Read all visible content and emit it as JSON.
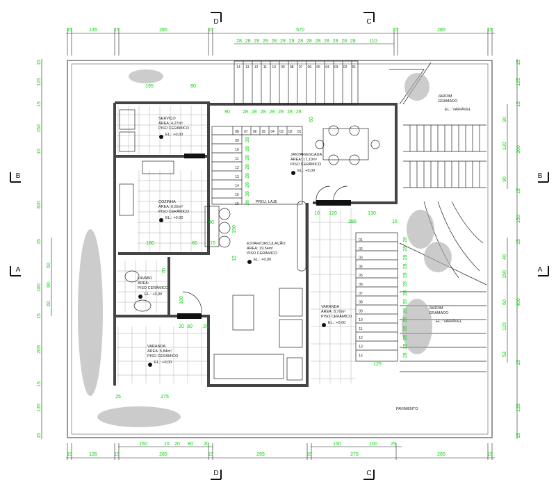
{
  "sections": {
    "top_left": "D",
    "top_right": "C",
    "bottom_left": "D",
    "bottom_right": "C",
    "left_upper": "B",
    "left_lower": "A",
    "right_upper": "B",
    "right_lower": "A"
  },
  "rooms": [
    {
      "name": "SERVIÇO",
      "area": "ÁREA: 4,27m²",
      "floor": "PISO CERÂMICO",
      "elevation": "EL.: +0,00"
    },
    {
      "name": "COZINHA",
      "area": "ÁREA: 8,55m²",
      "floor": "PISO CERÂMICO",
      "elevation": "EL.: +0,00"
    },
    {
      "name": "LAVABO",
      "area": "ÁREA:",
      "floor": "PISO CERÂMICO",
      "elevation": "EL.: +0,00"
    },
    {
      "name": "JANTAR/ESCADA",
      "area": "ÁREA: 17,10m²",
      "floor": "PISO CERÂMICO",
      "elevation": "EL.: +0,00"
    },
    {
      "name": "ESTAR/CIRCULAÇÃO",
      "area": "ÁREA: 19,54m²",
      "floor": "PISO CERÂMICO",
      "elevation": "EL.: +0,00"
    },
    {
      "name": "VARANDA",
      "area": "ÁREA: 8,70m²",
      "floor": "PISO CERÂMICO",
      "elevation": "EL.: +0,00"
    },
    {
      "name": "VARANDA",
      "area": "ÁREA: 5,84m²",
      "floor": "PISO CERÂMICO",
      "elevation": "EL.: +0,00"
    }
  ],
  "gardens": [
    {
      "name": "JARDIM",
      "sub": "GRAMADO",
      "elevation": "EL.: VARIÁVEL"
    },
    {
      "name": "JARDIM",
      "sub": "GRAMADO",
      "elevation": "EL.: VARIÁVEL"
    }
  ],
  "labels": {
    "proj_laje": "PROJ. LAJE",
    "pavimento": "PAVIMENTO"
  },
  "dimensions": {
    "top": [
      "15",
      "135",
      "15",
      "285",
      "15",
      "570",
      "15",
      "285",
      "15"
    ],
    "top_stairs": [
      "28",
      "28",
      "28",
      "28",
      "28",
      "28",
      "28",
      "28",
      "28",
      "28",
      "28",
      "28",
      "28",
      "28",
      "110"
    ],
    "bottom": [
      "15",
      "135",
      "15",
      "285",
      "15",
      "295",
      "15",
      "275",
      "285",
      "15"
    ],
    "bottom_inner": [
      "150",
      "15",
      "20",
      "80",
      "20",
      "150",
      "100",
      "25"
    ],
    "left": [
      "15",
      "125",
      "15",
      "150",
      "15",
      "300",
      "15",
      "180",
      "15",
      "205",
      "15",
      "135",
      "15"
    ],
    "left_inner": [
      "60",
      "60",
      "60"
    ],
    "right": [
      "15",
      "125",
      "15",
      "300",
      "15",
      "150",
      "15",
      "400",
      "15",
      "135",
      "15"
    ],
    "right_inner": [
      "90",
      "120",
      "90",
      "40",
      "150",
      "60",
      "120",
      "53"
    ],
    "interior": [
      "195",
      "80",
      "90",
      "60",
      "40",
      "150",
      "180",
      "80",
      "15",
      "15",
      "70",
      "100",
      "20",
      "80",
      "20",
      "10",
      "120",
      "130",
      "285",
      "15",
      "125",
      "275",
      "25"
    ],
    "interior_stairs_h": [
      "28",
      "28",
      "28",
      "28",
      "28",
      "28",
      "28"
    ],
    "interior_stairs_v": [
      "28",
      "28",
      "28",
      "28",
      "28",
      "28",
      "28",
      "28"
    ],
    "exterior_stairs_v": [
      "28",
      "28",
      "28",
      "28",
      "28",
      "28",
      "28",
      "28",
      "28",
      "28",
      "28",
      "28",
      "28",
      "28"
    ]
  },
  "stair_numbers": {
    "top": [
      "14",
      "13",
      "12",
      "11",
      "10",
      "09",
      "08",
      "07",
      "06",
      "05",
      "04",
      "03",
      "02",
      "01"
    ],
    "landing_row": [
      "08",
      "07",
      "06",
      "05",
      "04",
      "03",
      "02",
      "01"
    ],
    "landing_col": [
      "09",
      "10",
      "11",
      "12",
      "13",
      "14",
      "15",
      "16"
    ],
    "exterior": [
      "01",
      "02",
      "03",
      "04",
      "05",
      "06",
      "07",
      "08",
      "09",
      "10",
      "11",
      "12",
      "13",
      "14"
    ]
  },
  "colors": {
    "dimension": "#00d400",
    "wall": "#444444",
    "line": "#222222"
  }
}
